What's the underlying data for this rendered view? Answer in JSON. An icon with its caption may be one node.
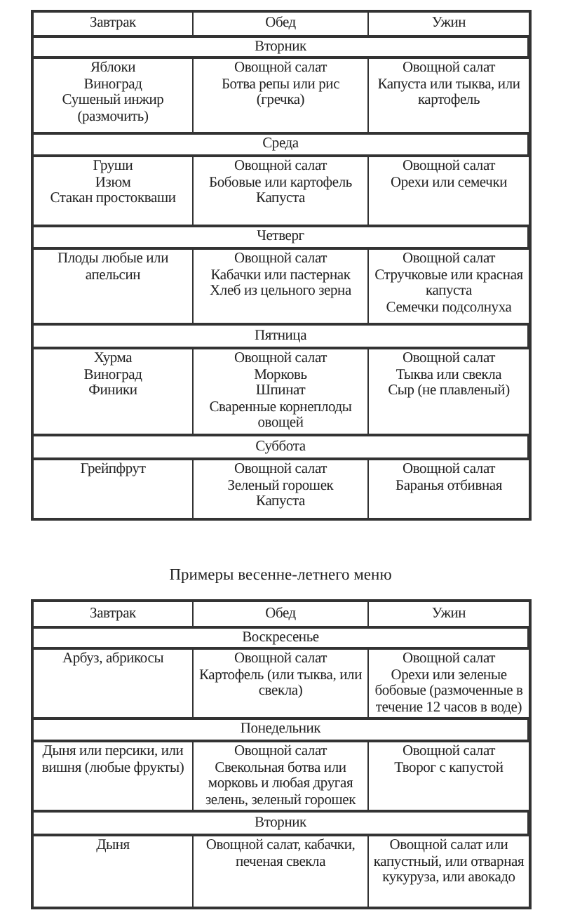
{
  "diagram": {
    "nodes": [
      {
        "text": [
          "Завтрак"
        ]
      },
      {
        "text": [
          "Обед"
        ]
      },
      {
        "text": [
          "Ужин"
        ]
      },
      {
        "text": [
          "Вторник"
        ]
      },
      {
        "text": [
          "Яблоки",
          "Виноград",
          "Сушеный инжир (размочить)"
        ]
      },
      {
        "text": [
          "Овощной салат",
          "Ботва репы или рис (гречка)"
        ]
      },
      {
        "text": [
          "Овощной салат",
          "Капуста или тыква, или картофель"
        ]
      },
      {
        "text": [
          "Среда"
        ]
      },
      {
        "text": [
          "Груши",
          "Изюм",
          "Стакан простокваши"
        ]
      },
      {
        "text": [
          "Овощной салат",
          "Бобовые или картофель",
          "Капуста"
        ]
      },
      {
        "text": [
          "Овощной салат",
          "Орехи или семечки"
        ]
      },
      {
        "text": [
          "Четверг"
        ]
      },
      {
        "text": [
          "Плоды любые или апельсин"
        ]
      },
      {
        "text": [
          "Овощной салат",
          "Кабачки или пастернак",
          "Хлеб из цельного зерна"
        ]
      },
      {
        "text": [
          "Овощной салат",
          "Стручковые или красная капуста",
          "Семечки подсолнуха"
        ]
      },
      {
        "text": [
          "Пятница"
        ]
      },
      {
        "text": [
          "Хурма",
          "Виноград",
          "Финики"
        ]
      },
      {
        "text": [
          "Овощной салат",
          "Морковь",
          "Шпинат",
          "Сваренные корнеплоды овощей"
        ]
      },
      {
        "text": [
          "Овощной салат",
          "Тыква или свекла",
          "Сыр (не плавленый)"
        ]
      },
      {
        "text": [
          "Суббота"
        ]
      },
      {
        "text": [
          "Грейпфрут"
        ]
      },
      {
        "text": [
          "Овощной салат",
          "Зеленый горошек",
          "Капуста"
        ]
      },
      {
        "text": [
          "Овощной салат",
          "Баранья отбивная"
        ]
      },
      {
        "text": [
          "Завтрак"
        ]
      },
      {
        "text": [
          "Обед"
        ]
      },
      {
        "text": [
          "Ужин"
        ]
      },
      {
        "text": [
          "Воскресенье"
        ]
      },
      {
        "text": [
          "Арбуз, абрикосы"
        ]
      },
      {
        "text": [
          "Овощной салат",
          "Картофель (или тыква, или свекла)"
        ]
      },
      {
        "text": [
          "Овощной салат",
          "Орехи или зеленые бобовые (размоченные в течение 12 часов в воде)"
        ]
      },
      {
        "text": [
          "Понедельник"
        ]
      },
      {
        "text": [
          "Дыня или персики, или вишня (любые фрукты)"
        ]
      },
      {
        "text": [
          "Овощной салат",
          "Свекольная ботва или морковь и любая другая зелень, зеленый горошек"
        ]
      },
      {
        "text": [
          "Овощной салат",
          "Творог с капустой"
        ]
      },
      {
        "text": [
          "Вторник"
        ]
      },
      {
        "text": [
          "Дыня"
        ]
      },
      {
        "text": [
          "Овощной салат, кабачки, печеная свекла"
        ]
      },
      {
        "text": [
          "Овощной салат или капустный, или отварная кукуруза, или авокадо"
        ]
      }
    ],
    "labels": [
      "Примеры весенне-летнего меню"
    ]
  }
}
